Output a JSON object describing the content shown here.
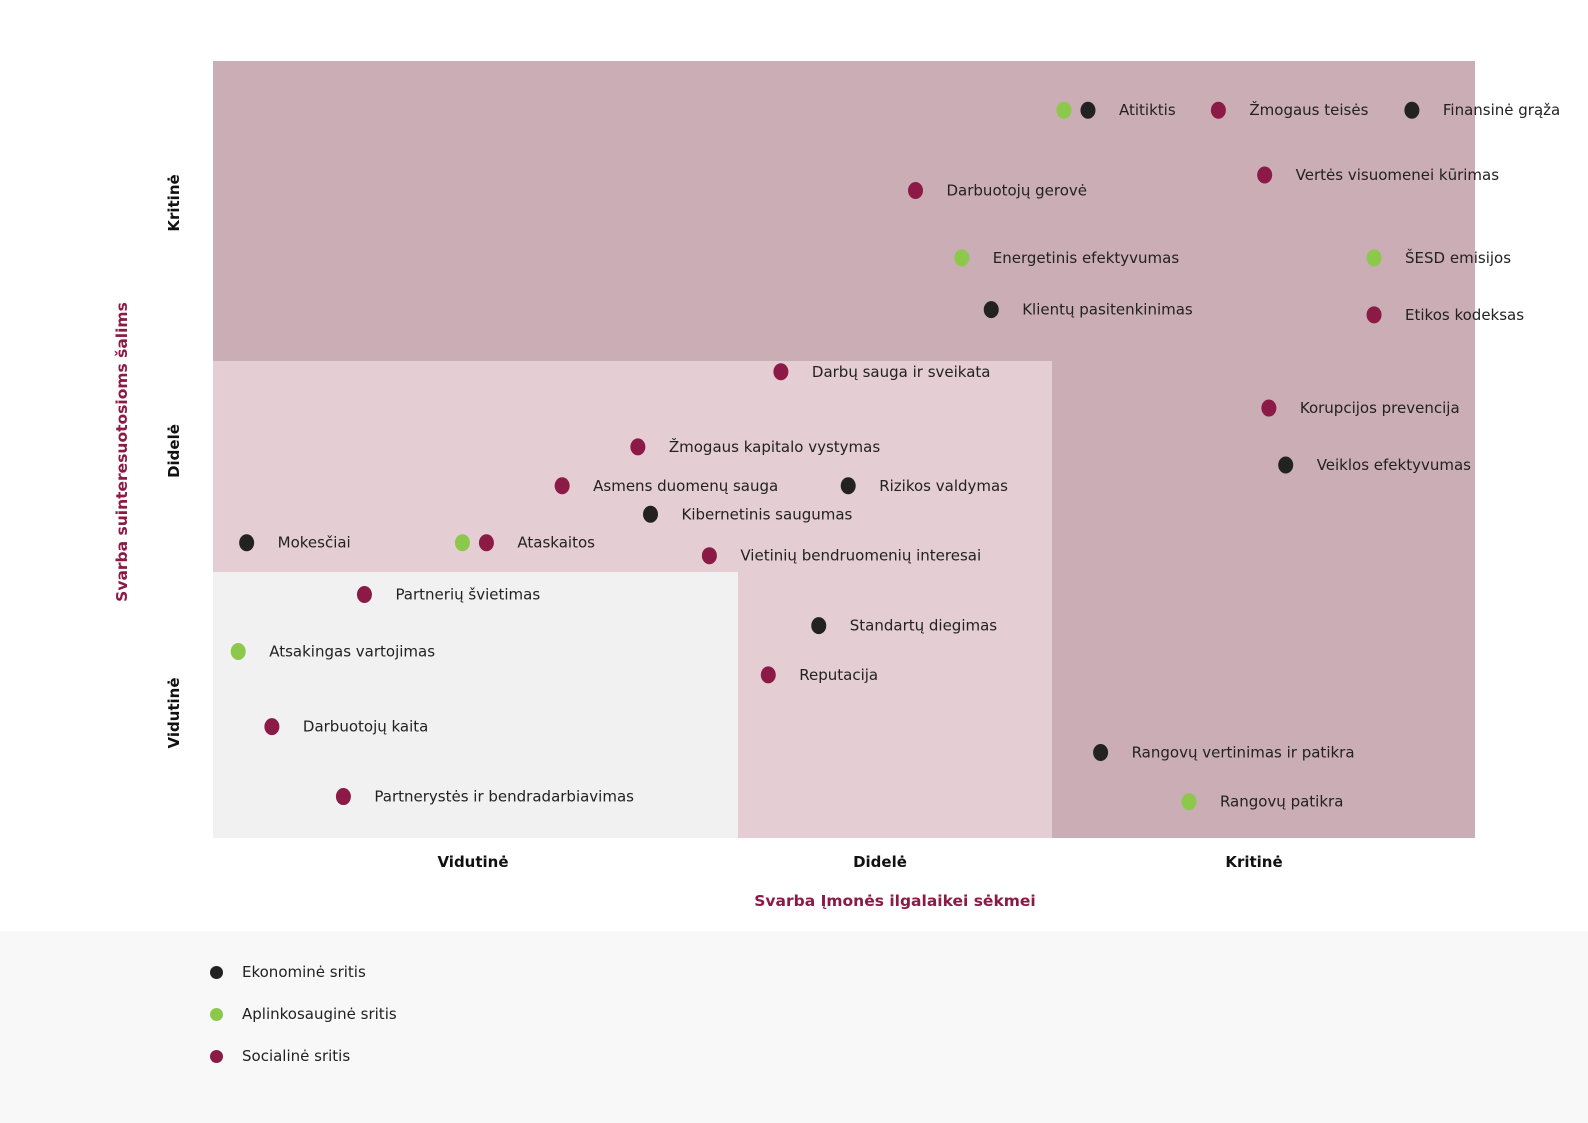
{
  "chart_data": {
    "type": "scatter",
    "xlabel": "Svarba Įmonės ilgalaikei sėkmei",
    "ylabel": "Svarba suinteresuotosioms šalims",
    "x_ticks": [
      "Vidutinė",
      "Didelė",
      "Kritinė"
    ],
    "y_ticks": [
      "Vidutinė",
      "Didelė",
      "Kritinė"
    ],
    "xlim": [
      0,
      3
    ],
    "ylim": [
      0,
      3
    ],
    "grid": false,
    "legend_position": "bottom-left",
    "zones": [
      {
        "name": "critical",
        "color": "#cbadb5"
      },
      {
        "name": "high",
        "color": "#e4cdd3"
      },
      {
        "name": "medium",
        "color": "#f1f1f1"
      }
    ],
    "series": [
      {
        "name": "Ekonominė sritis",
        "color": "#222222"
      },
      {
        "name": "Aplinkosauginė sritis",
        "color": "#8cc84b"
      },
      {
        "name": "Socialinė sritis",
        "color": "#8b1a46"
      }
    ],
    "points": [
      {
        "label": "Atitiktis",
        "x": 2.08,
        "y": 2.81,
        "series": [
          1,
          0
        ]
      },
      {
        "label": "Žmogaus teisės",
        "x": 2.39,
        "y": 2.81,
        "series": [
          2
        ]
      },
      {
        "label": "Finansinė grąža",
        "x": 2.85,
        "y": 2.81,
        "series": [
          0
        ]
      },
      {
        "label": "Vertės visuomenei kūrimas",
        "x": 2.5,
        "y": 2.56,
        "series": [
          2
        ]
      },
      {
        "label": "Darbuotojų gerovė",
        "x": 1.67,
        "y": 2.5,
        "series": [
          2
        ]
      },
      {
        "label": "Energetinis efektyvumas",
        "x": 1.78,
        "y": 2.24,
        "series": [
          1
        ]
      },
      {
        "label": "ŠESD emisijos",
        "x": 2.76,
        "y": 2.24,
        "series": [
          1
        ]
      },
      {
        "label": "Klientų pasitenkinimas",
        "x": 1.85,
        "y": 2.04,
        "series": [
          0
        ]
      },
      {
        "label": "Etikos kodeksas",
        "x": 2.76,
        "y": 2.02,
        "series": [
          2
        ]
      },
      {
        "label": "Darbų sauga ir sveikata",
        "x": 1.35,
        "y": 1.8,
        "series": [
          2
        ]
      },
      {
        "label": "Korupcijos prevencija",
        "x": 2.51,
        "y": 1.66,
        "series": [
          2
        ]
      },
      {
        "label": "Žmogaus kapitalo vystymas",
        "x": 1.01,
        "y": 1.51,
        "series": [
          2
        ]
      },
      {
        "label": "Asmens duomenų sauga",
        "x": 0.83,
        "y": 1.36,
        "series": [
          2
        ]
      },
      {
        "label": "Veiklos efektyvumas",
        "x": 2.55,
        "y": 1.44,
        "series": [
          0
        ]
      },
      {
        "label": "Rizikos valdymas",
        "x": 1.51,
        "y": 1.36,
        "series": [
          0
        ]
      },
      {
        "label": "Kibernetinis saugumas",
        "x": 1.04,
        "y": 1.25,
        "series": [
          0
        ]
      },
      {
        "label": "Mokesčiai",
        "x": 0.08,
        "y": 1.14,
        "series": [
          0
        ]
      },
      {
        "label": "Ataskaitos",
        "x": 0.65,
        "y": 1.14,
        "series": [
          1,
          2
        ]
      },
      {
        "label": "Vietinių bendruomenių interesai",
        "x": 1.18,
        "y": 1.09,
        "series": [
          2
        ]
      },
      {
        "label": "Partnerių švietimas",
        "x": 0.36,
        "y": 0.94,
        "series": [
          2
        ]
      },
      {
        "label": "Standartų diegimas",
        "x": 1.44,
        "y": 0.82,
        "series": [
          0
        ]
      },
      {
        "label": "Atsakingas vartojimas",
        "x": 0.06,
        "y": 0.72,
        "series": [
          1
        ]
      },
      {
        "label": "Reputacija",
        "x": 1.32,
        "y": 0.63,
        "series": [
          2
        ]
      },
      {
        "label": "Rangovų vertinimas ir patikra",
        "x": 2.11,
        "y": 0.33,
        "series": [
          0
        ]
      },
      {
        "label": "Darbuotojų kaita",
        "x": 0.14,
        "y": 0.43,
        "series": [
          2
        ]
      },
      {
        "label": "Partnerystės ir bendradarbiavimas",
        "x": 0.31,
        "y": 0.16,
        "series": [
          2
        ]
      },
      {
        "label": "Rangovų patikra",
        "x": 2.32,
        "y": 0.14,
        "series": [
          1
        ]
      }
    ]
  }
}
